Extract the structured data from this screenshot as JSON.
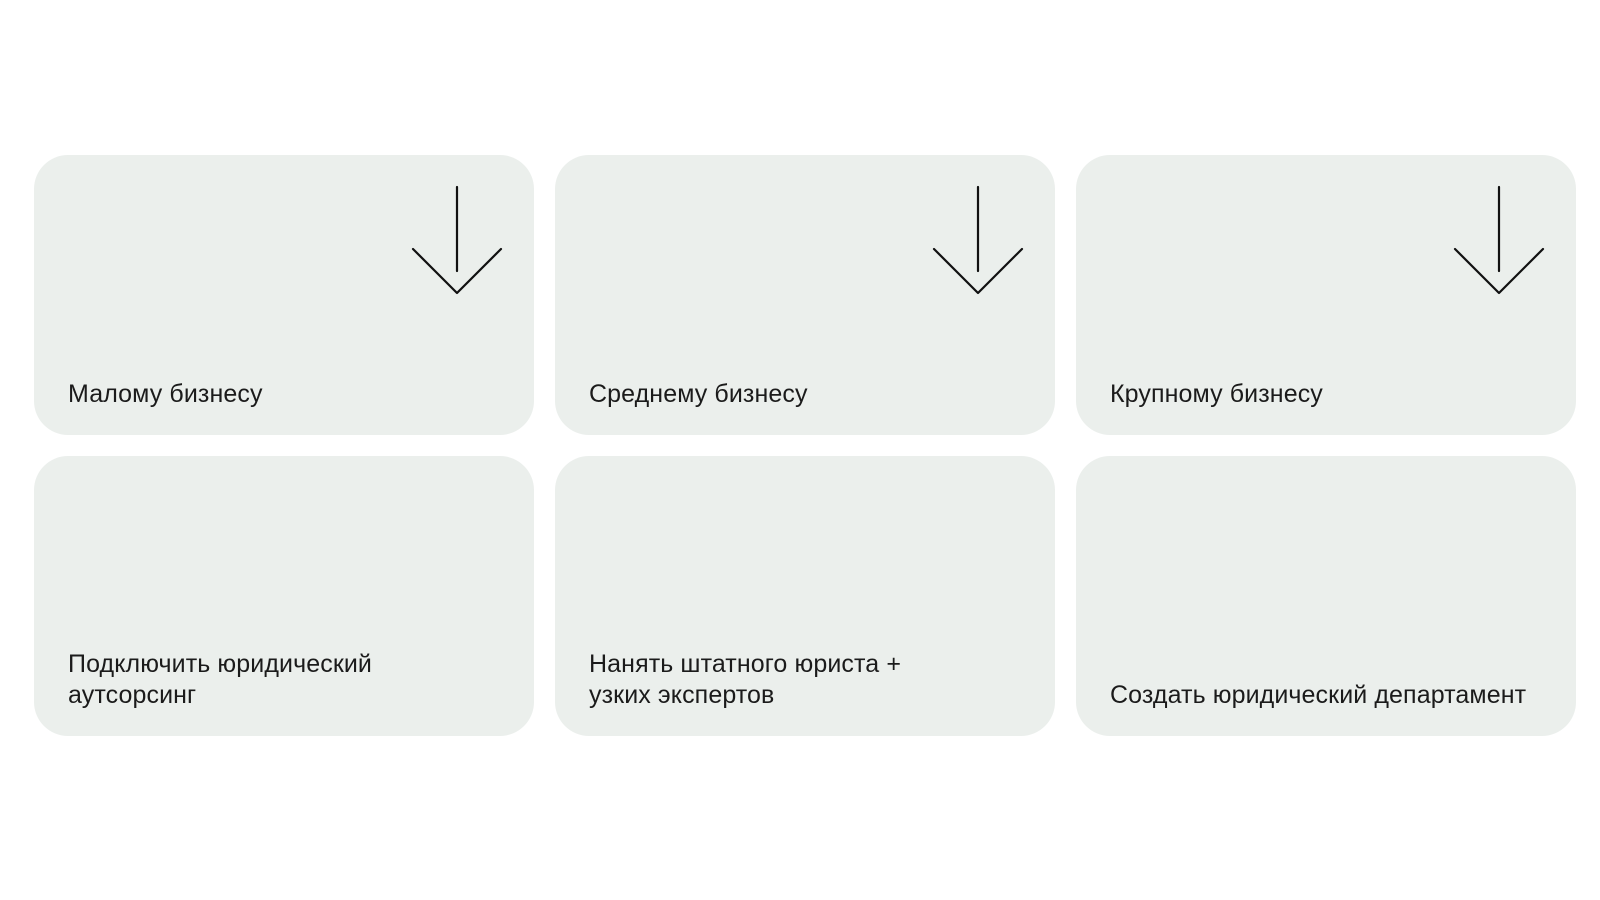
{
  "cards": [
    {
      "label": "Малому бизнесу",
      "icon": "arrow-down-icon"
    },
    {
      "label": "Среднему бизнесу",
      "icon": "arrow-down-icon"
    },
    {
      "label": "Крупному бизнесу",
      "icon": "arrow-down-icon"
    },
    {
      "label": "Подключить юридический\nаутсорсинг"
    },
    {
      "label": "Нанять штатного юриста +\nузких экспертов"
    },
    {
      "label": "Создать юридический департамент"
    }
  ],
  "colors": {
    "background": "#ffffff",
    "card": "#ebefec",
    "text": "#1b1b1b",
    "arrow": "#111111"
  }
}
